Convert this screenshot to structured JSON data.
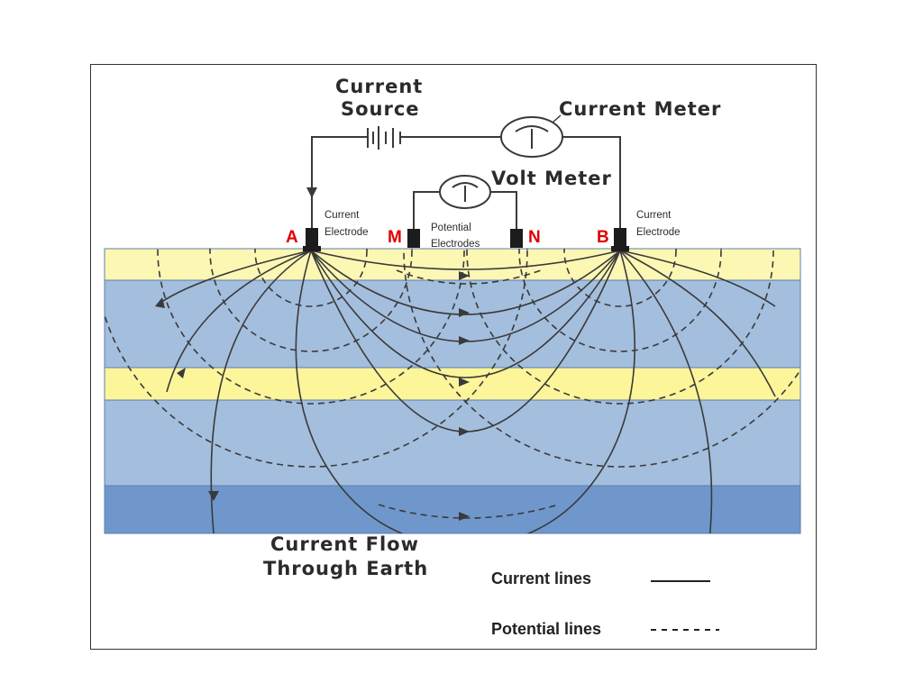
{
  "labels": {
    "current_source_line1": "Current",
    "current_source_line2": "Source",
    "current_meter": "Current  Meter",
    "volt_meter": "Volt  Meter",
    "current_electrode_left_line1": "Current",
    "current_electrode_left_line2": "Electrode",
    "current_electrode_right_line1": "Current",
    "current_electrode_right_line2": "Electrode",
    "potential_electrodes_line1": "Potential",
    "potential_electrodes_line2": "Electrodes",
    "electrode_a": "A",
    "electrode_m": "M",
    "electrode_n": "N",
    "electrode_b": "B",
    "current_flow_line1": "Current  Flow",
    "current_flow_line2": "Through  Earth"
  },
  "legend": {
    "current_lines": "Current lines",
    "potential_lines": "Potential lines"
  },
  "colors": {
    "yellow_layer": "#fdf7b4",
    "yellow_layer_dark": "#fdf59a",
    "blue_layer": "#a4bedd",
    "deep_blue_layer": "#6f97cc",
    "line": "#3a3a3a",
    "letters": "#e00000"
  }
}
